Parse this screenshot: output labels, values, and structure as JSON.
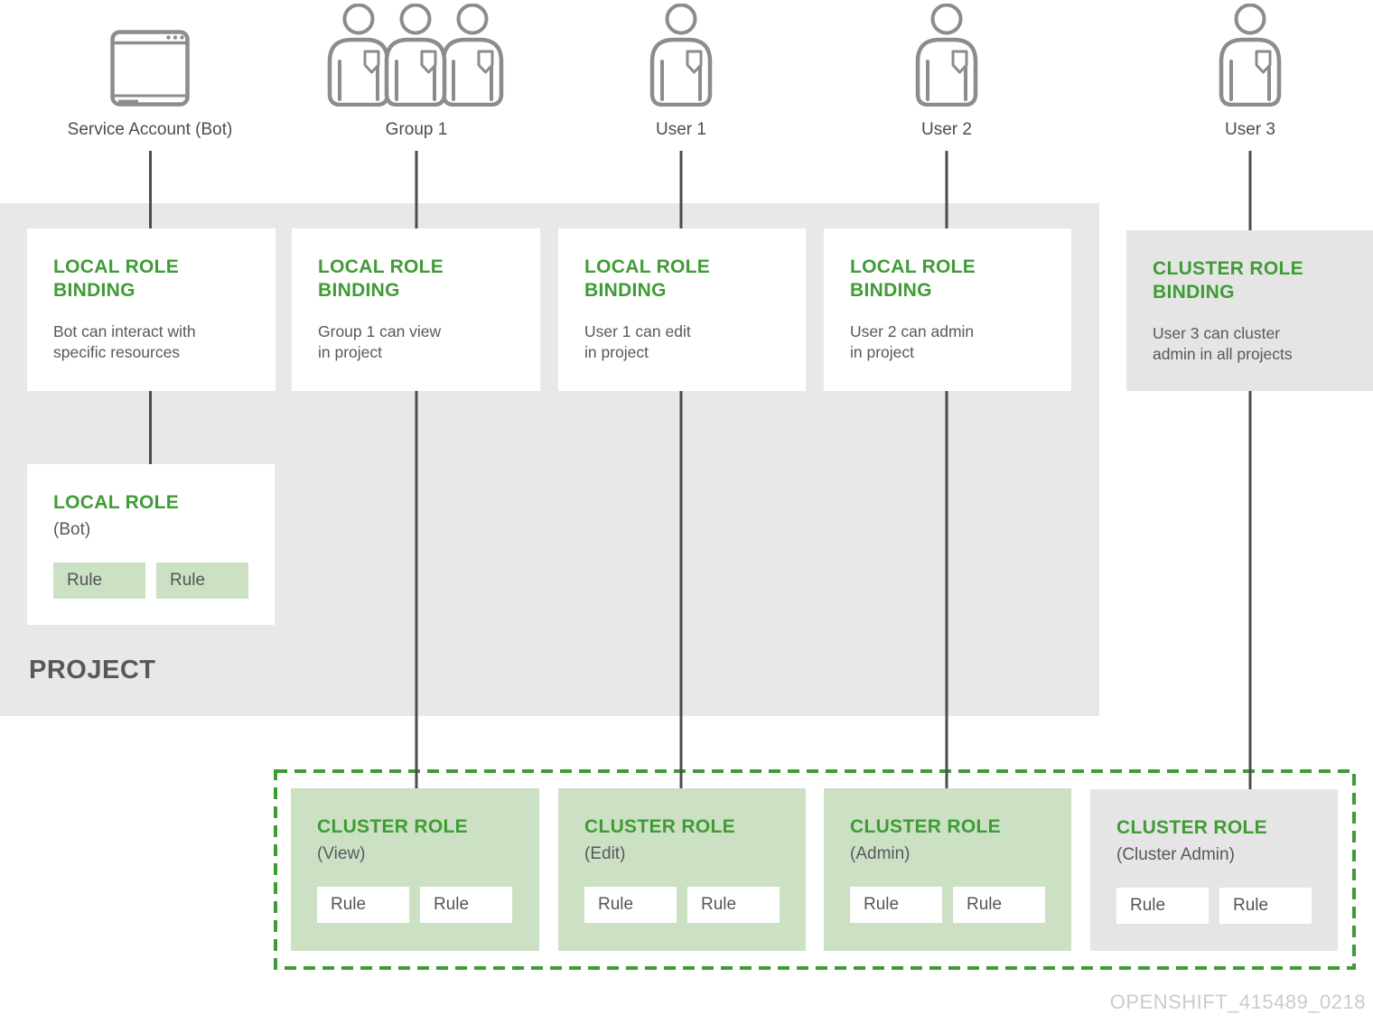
{
  "colors": {
    "accent_green": "#3f9c35",
    "light_green_fill": "#cce0c4",
    "project_gray": "#e8e8e8",
    "box_gray": "#e5e5e5",
    "text_dark_gray": "#58585b",
    "connector_dark": "#4c4c4c",
    "icon_stroke_gray": "#8c8c8c",
    "watermark_gray": "#cbcbcb"
  },
  "entities": [
    {
      "label": "Service Account (Bot)",
      "icon": "browser-window-icon"
    },
    {
      "label": "Group 1",
      "icon": "user-group-icon"
    },
    {
      "label": "User 1",
      "icon": "user-icon"
    },
    {
      "label": "User 2",
      "icon": "user-icon"
    },
    {
      "label": "User 3",
      "icon": "user-icon"
    }
  ],
  "project": {
    "label": "PROJECT"
  },
  "bindings": [
    {
      "title": "LOCAL ROLE\nBINDING",
      "description": "Bot can interact with\nspecific resources"
    },
    {
      "title": "LOCAL ROLE\nBINDING",
      "description": "Group 1 can view\nin project"
    },
    {
      "title": "LOCAL ROLE\nBINDING",
      "description": "User 1 can edit\nin project"
    },
    {
      "title": "LOCAL ROLE\nBINDING",
      "description": "User 2 can admin\nin project"
    },
    {
      "title": "CLUSTER ROLE\nBINDING",
      "description": "User 3 can cluster\nadmin in all projects"
    }
  ],
  "local_role": {
    "title": "LOCAL ROLE",
    "subtitle": "(Bot)",
    "rules": [
      "Rule",
      "Rule"
    ]
  },
  "cluster_roles": [
    {
      "title": "CLUSTER ROLE",
      "subtitle": "(View)",
      "rules": [
        "Rule",
        "Rule"
      ]
    },
    {
      "title": "CLUSTER ROLE",
      "subtitle": "(Edit)",
      "rules": [
        "Rule",
        "Rule"
      ]
    },
    {
      "title": "CLUSTER ROLE",
      "subtitle": "(Admin)",
      "rules": [
        "Rule",
        "Rule"
      ]
    },
    {
      "title": "CLUSTER ROLE",
      "subtitle": "(Cluster Admin)",
      "rules": [
        "Rule",
        "Rule"
      ]
    }
  ],
  "watermark": "OPENSHIFT_415489_0218"
}
